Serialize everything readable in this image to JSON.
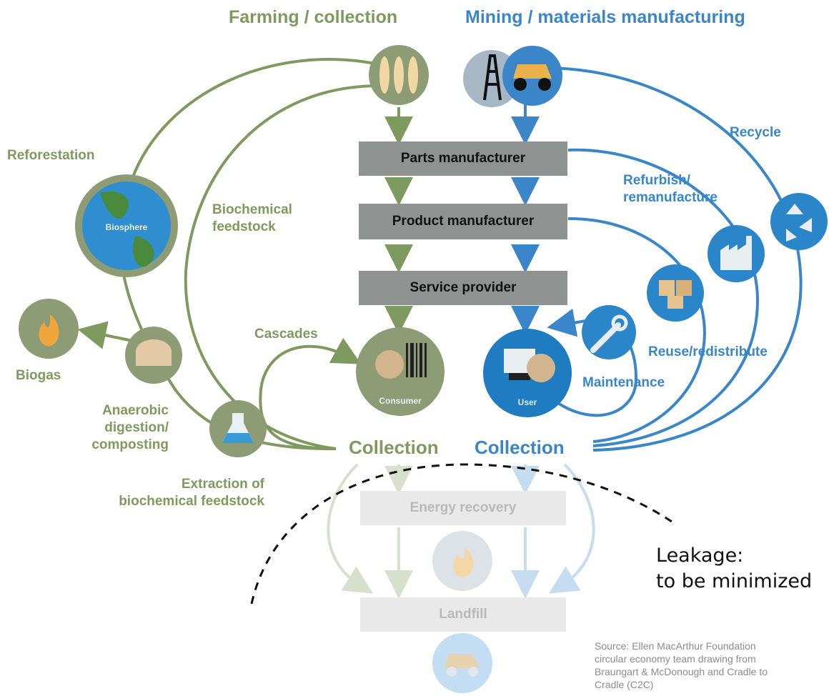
{
  "headers": {
    "farming": "Farming / collection",
    "mining": "Mining / materials manufacturing"
  },
  "boxes": {
    "parts": "Parts manufacturer",
    "product": "Product manufacturer",
    "service": "Service provider",
    "energy": "Energy recovery",
    "landfill": "Landfill"
  },
  "bio_labels": {
    "reforestation": "Reforestation",
    "biochemical_feedstock": [
      "Biochemical",
      "feedstock"
    ],
    "cascades": "Cascades",
    "biogas": "Biogas",
    "anaerobic": [
      "Anaerobic",
      "digestion/",
      "composting"
    ],
    "extraction": [
      "Extraction of",
      "biochemical feedstock"
    ],
    "collection": "Collection"
  },
  "tech_labels": {
    "recycle": "Recycle",
    "refurbish": [
      "Refurbish/",
      "remanufacture"
    ],
    "reuse": "Reuse/redistribute",
    "maintenance": "Maintenance",
    "collection": "Collection"
  },
  "icons": {
    "biosphere": "Biosphere",
    "consumer": "Consumer",
    "user": "User"
  },
  "leakage": [
    "Leakage:",
    "to be minimized"
  ],
  "source": "Source: Ellen MacArthur Foundation circular economy team drawing from Braungart & McDonough and Cradle to Cradle (C2C)",
  "colors": {
    "green": "#7f9a5f",
    "blue": "#3a86c8",
    "box_gray": "#8e9291",
    "faded_box": "#e9e9e9"
  }
}
